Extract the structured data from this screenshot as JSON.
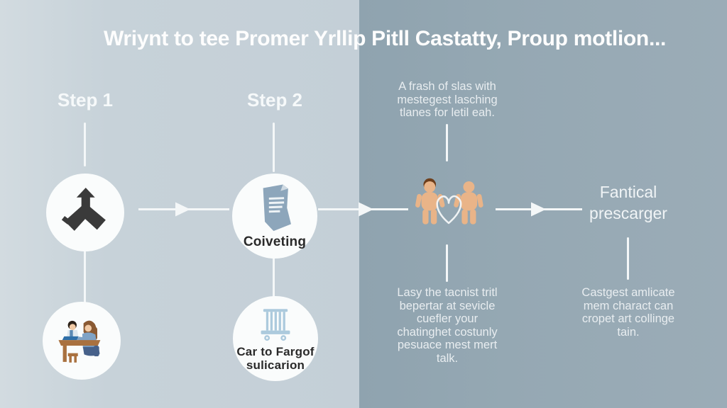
{
  "title": "Wriynt to tee Promer Yrllip Pitll Castatty, Proup motlion...",
  "steps": {
    "step1": {
      "label": "Step 1",
      "top_icon": "branching-arrows-icon",
      "bottom_icon": "tutoring-people-icon"
    },
    "step2": {
      "label": "Step 2",
      "top_icon": "document-icon",
      "top_label": "Coiveting",
      "bottom_icon": "cart-icon",
      "bottom_label": "Car to Fargof\nsulicarion"
    }
  },
  "middle": {
    "top_text": "A frash of slas with\nmestegest lasching\ntlanes for letil eah.",
    "figures_icon": "two-people-heart-icon",
    "bottom_text": "Lasy the tacnist tritl\nbepertar at sevicle\ncuefler your\nchatinghet costunly\npesuace mest mert\ntalk."
  },
  "right_column": {
    "heading": "Fantical\nprescarger",
    "body": "Castgest amlicate\nmem charact can\ncropet art collinge\ntain."
  },
  "colors": {
    "bg_left": "#c7d2d9",
    "bg_right": "#95a8b3",
    "circle_fill": "#fafcfc",
    "connector_white": "#f4f7f8",
    "icon_dark": "#3a3a3a",
    "document_blue": "#8da6bb",
    "cart_blue": "#accadd",
    "skin": "#e9b488",
    "hair_brown": "#6e3f1c",
    "circle_label_dark": "#2a2a2a",
    "paragraph_light": "#e8edf0"
  }
}
